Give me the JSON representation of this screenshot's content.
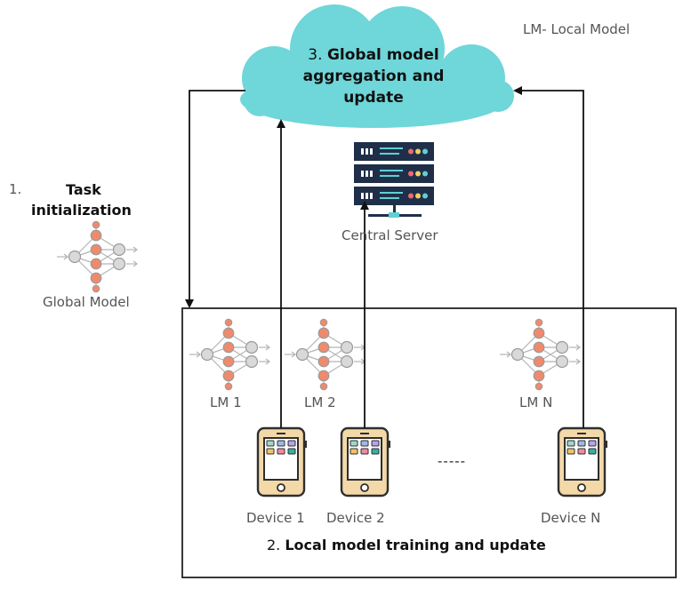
{
  "legend": {
    "text": "LM- Local Model"
  },
  "cloud": {
    "number": "3.",
    "line1": "Global model",
    "line2": "aggregation and",
    "line3": "update",
    "fill": "#6fd6d9"
  },
  "server": {
    "label": "Central Server"
  },
  "task": {
    "number": "1.",
    "line1": "Task",
    "line2": "initialization",
    "model_label": "Global Model"
  },
  "local_models": [
    {
      "label": "LM 1"
    },
    {
      "label": "LM 2"
    },
    {
      "label": "LM N"
    }
  ],
  "devices": [
    {
      "label": "Device 1"
    },
    {
      "label": "Device 2"
    },
    {
      "label": "Device N"
    }
  ],
  "ellipsis": "-----",
  "training": {
    "number": "2.",
    "label": "Local model training and update"
  },
  "colors": {
    "node_orange": "#f08a6c",
    "node_gray": "#d9d9d9",
    "server": "#1f2f4a",
    "phone_body": "#f3d9a8"
  }
}
